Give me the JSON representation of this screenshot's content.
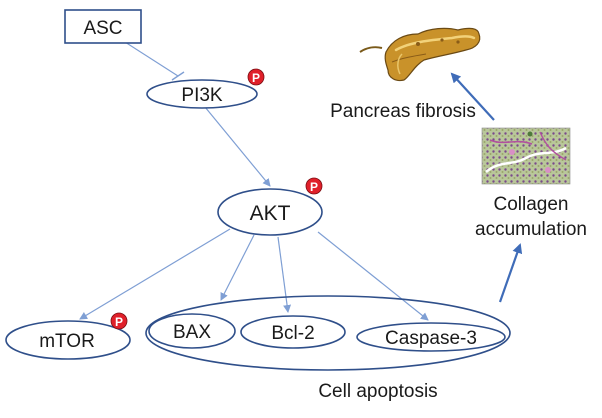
{
  "nodes": {
    "asc": "ASC",
    "pi3k": "PI3K",
    "akt": "AKT",
    "mtor": "mTOR",
    "bax": "BAX",
    "bcl2": "Bcl-2",
    "caspase3": "Caspase-3"
  },
  "labels": {
    "cell_apoptosis": "Cell apoptosis",
    "pancreas_fibrosis": "Pancreas fibrosis",
    "collagen_line1": "Collagen",
    "collagen_line2": "accumulation"
  },
  "phospho_badge": "P",
  "colors": {
    "node_stroke": "#2f4f8a",
    "arrow": "#7f9fd4",
    "thick_arrow": "#3f6cb8",
    "badge": "#e0202a"
  }
}
